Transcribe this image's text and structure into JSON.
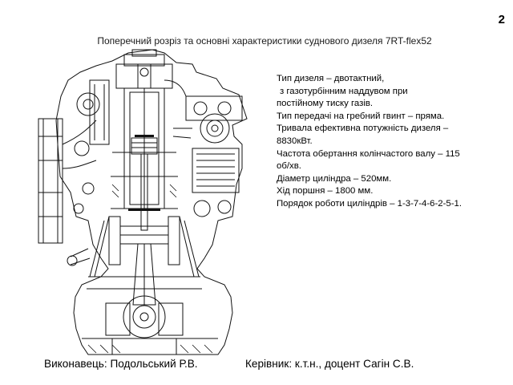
{
  "page_number": "2",
  "title": "Поперечний розріз та основні характеристики суднового дизеля 7RT-flex52",
  "specs": [
    "Тип дизеля – двотактний,",
    " з газотурбінним наддувом при",
    "постійному тиску газів.",
    "Тип передачі на гребний гвинт – пряма.",
    "Тривала ефективна потужність дизеля –",
    "8830кВт.",
    "Частота обертання колінчастого валу – 115",
    "об/хв.",
    "Діаметр циліндра – 520мм.",
    "Хід поршня – 1800 мм.",
    "Порядок роботи циліндрів – 1-3-7-4-6-2-5-1."
  ],
  "footer": {
    "performer": "Виконавець: Подольський Р.В.",
    "supervisor": "Керівник: к.т.н., доцент Сагін С.В."
  },
  "drawing": {
    "icon": "engine-cross-section-drawing",
    "stroke_color": "#111111",
    "background": "#ffffff"
  }
}
